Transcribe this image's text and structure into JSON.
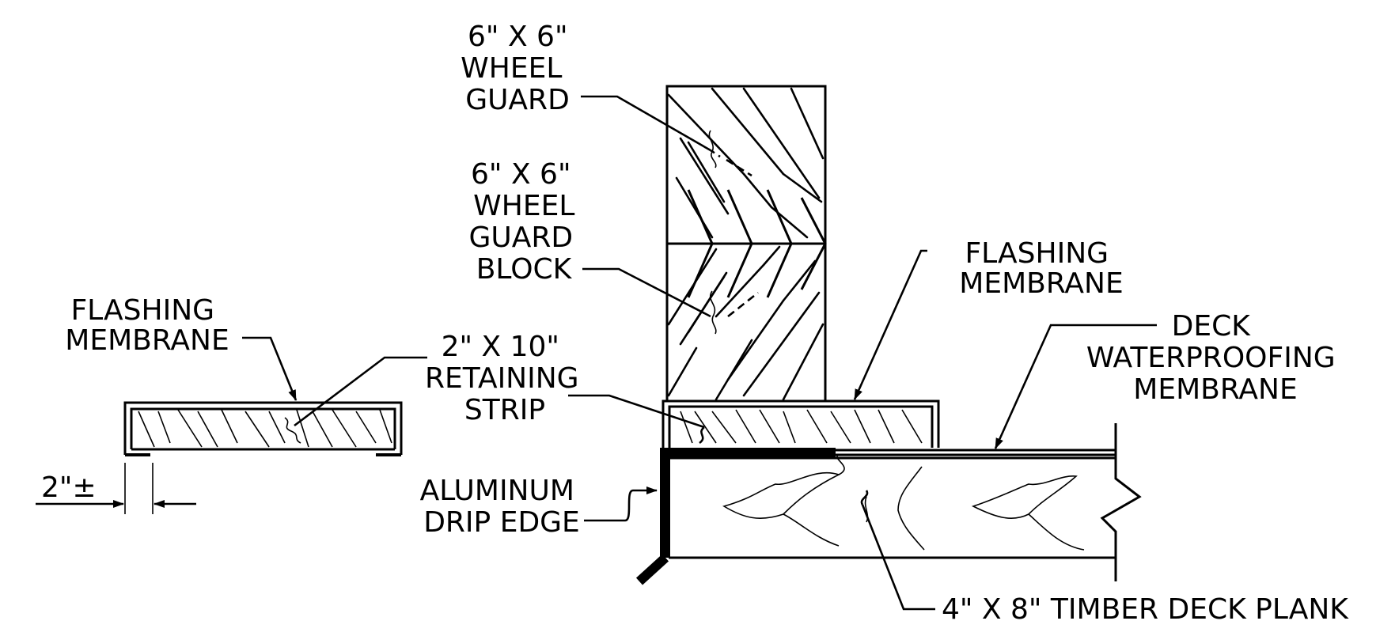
{
  "labels": {
    "wheel_guard": [
      "6\" X 6\"",
      "WHEEL",
      "GUARD"
    ],
    "wheel_guard_block": [
      "6\" X 6\"",
      "WHEEL",
      "GUARD",
      "BLOCK"
    ],
    "flashing_membrane_left": [
      "FLASHING",
      "MEMBRANE"
    ],
    "flashing_membrane_right": [
      "FLASHING",
      "MEMBRANE"
    ],
    "retaining_strip": [
      "2\" X 10\"",
      "RETAINING",
      "STRIP"
    ],
    "deck_waterproofing_membrane": [
      "DECK",
      "WATERPROOFING",
      "MEMBRANE"
    ],
    "aluminum_drip_edge": [
      "ALUMINUM",
      "DRIP EDGE"
    ],
    "timber_deck_plank": "4\" X 8\" TIMBER DECK PLANK",
    "dimension": "2\"±"
  },
  "colors": {
    "ink": "#000000",
    "paper": "#ffffff"
  }
}
